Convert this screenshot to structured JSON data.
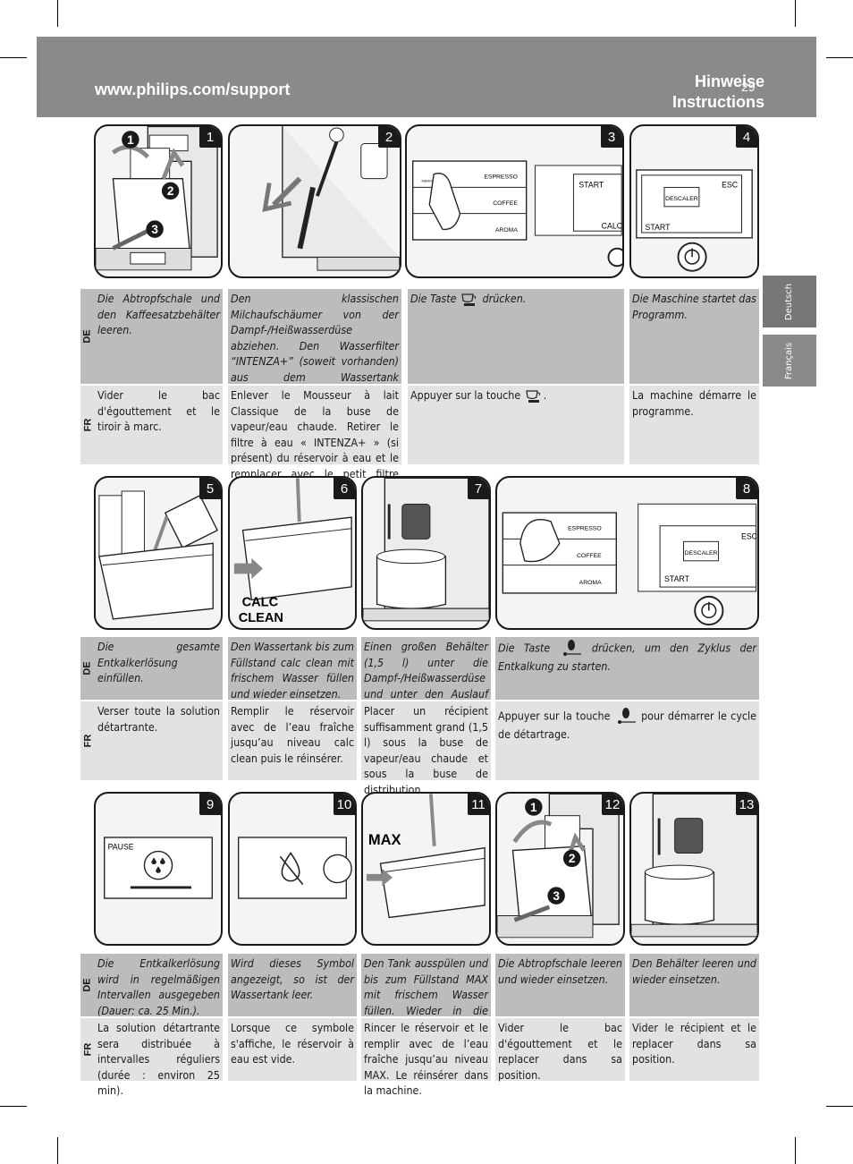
{
  "header": {
    "url": "www.philips.com/support",
    "title_line1": "Hinweise",
    "title_line2": "Instructions",
    "page_number": "29"
  },
  "side_tabs": [
    "Deutsch",
    "Français"
  ],
  "lang_codes": {
    "de": "DE",
    "fr": "FR"
  },
  "colors": {
    "header": "#8a8a8a",
    "de_row": "#bcbcbc",
    "fr_row": "#e2e2e2",
    "step_badge": "#1a1a1a"
  },
  "panel_labels": {
    "espresso": "ESPRESSO",
    "coffee": "COFFEE",
    "aroma": "AROMA",
    "memo": "MEMO",
    "start": "START",
    "calc": "CALC",
    "esc": "ESC",
    "descaler": "DESCALER",
    "calc_clean_1": "CALC",
    "calc_clean_2": "CLEAN",
    "max": "MAX",
    "pause": "PAUSE",
    "callout_1": "1",
    "callout_2": "2",
    "callout_3": "3"
  },
  "steps": [
    {
      "num": "1",
      "de": "Die Abtropfschale und den Kaffeesatzbehälter leeren.",
      "fr": "Vider le bac d'égouttement et le tiroir à marc."
    },
    {
      "num": "2",
      "de": "Den klassischen Milchaufschäumer von der Dampf-/Heißwasserdüse abziehen. Den Wasserfilter “INTENZA+” (soweit vorhanden) aus dem Wassertank herausziehen und durch den kleinen weißen Original-Filter ersetzen.",
      "fr": "Enlever le Mousseur à lait Classique de la buse de vapeur/eau chaude. Retirer le filtre à eau « INTENZA+ » (si présent) du réservoir à eau et le remplacer avec le petit filtre blanc d'origine."
    },
    {
      "num": "3",
      "de_before": "Die Taste",
      "de_after": "drücken.",
      "fr_before": "Appuyer sur la touche",
      "fr_after": "."
    },
    {
      "num": "4",
      "de": "Die Maschine startet das Programm.",
      "fr": "La machine démarre le programme."
    },
    {
      "num": "5",
      "de": "Die gesamte Entkalkerlösung einfüllen.",
      "fr": "Verser toute la solution détartrante."
    },
    {
      "num": "6",
      "de": "Den Wassertank bis zum Füllstand calc clean mit frischem Wasser füllen und wieder einsetzen.",
      "fr": "Remplir le réservoir avec de l’eau fraîche jusqu’au niveau calc clean puis le réinsérer."
    },
    {
      "num": "7",
      "de": "Einen großen Behälter (1,5 l) unter die Dampf-/Heißwasserdüse und unter den Auslauf stellen.",
      "fr": "Placer un récipient suffisamment grand (1,5 l) sous la buse de vapeur/eau chaude et sous la buse de distribution."
    },
    {
      "num": "8",
      "de_before": "Die Taste",
      "de_after": "drücken, um den Zyklus der Entkalkung zu starten.",
      "fr_before": "Appuyer sur la touche",
      "fr_after": "pour démarrer le cycle de détartrage."
    },
    {
      "num": "9",
      "de": "Die Entkalkerlösung wird in regelmäßigen Intervallen ausgegeben (Dauer: ca. 25 Min.).",
      "fr": "La solution détartrante sera distribuée à intervalles réguliers (durée : environ 25 min)."
    },
    {
      "num": "10",
      "de": "Wird dieses Symbol angezeigt, so ist der Wassertank leer.",
      "fr": "Lorsque ce symbole s'affiche, le réservoir à eau est vide."
    },
    {
      "num": "11",
      "de": "Den Tank ausspülen und bis zum Füllstand MAX mit frischem Wasser füllen. Wieder in die Maschine einsetzen.",
      "fr": "Rincer le réservoir et le remplir avec de l’eau fraîche jusqu’au niveau MAX. Le réinsérer dans la machine."
    },
    {
      "num": "12",
      "de": "Die Abtropfschale leeren und wieder einsetzen.",
      "fr": "Vider le bac d'égouttement et le replacer dans sa position."
    },
    {
      "num": "13",
      "de": "Den Behälter leeren und wieder einsetzen.",
      "fr": "Vider le récipient et le replacer dans sa position."
    }
  ]
}
